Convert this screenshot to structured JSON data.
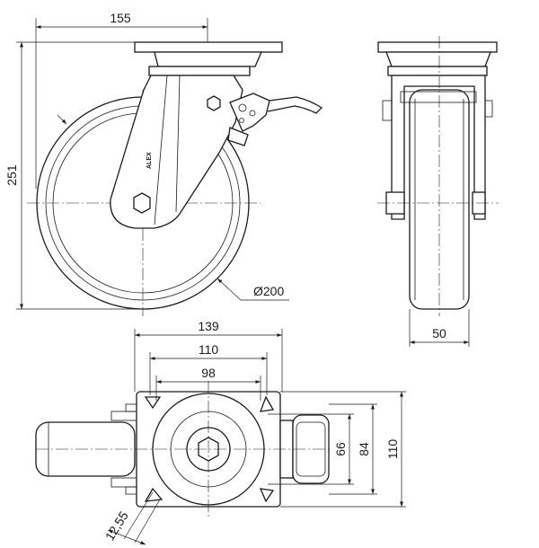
{
  "dimensions": {
    "width_155": "155",
    "height_251": "251",
    "diameter_200": "Ø200",
    "wheel_width_50": "50",
    "plate_139": "139",
    "plate_110": "110",
    "hole_98": "98",
    "hole_66": "66",
    "hole_84": "84",
    "plate_110_side": "110",
    "hole_12_55": "12,55"
  },
  "brand_text": "ALEX"
}
